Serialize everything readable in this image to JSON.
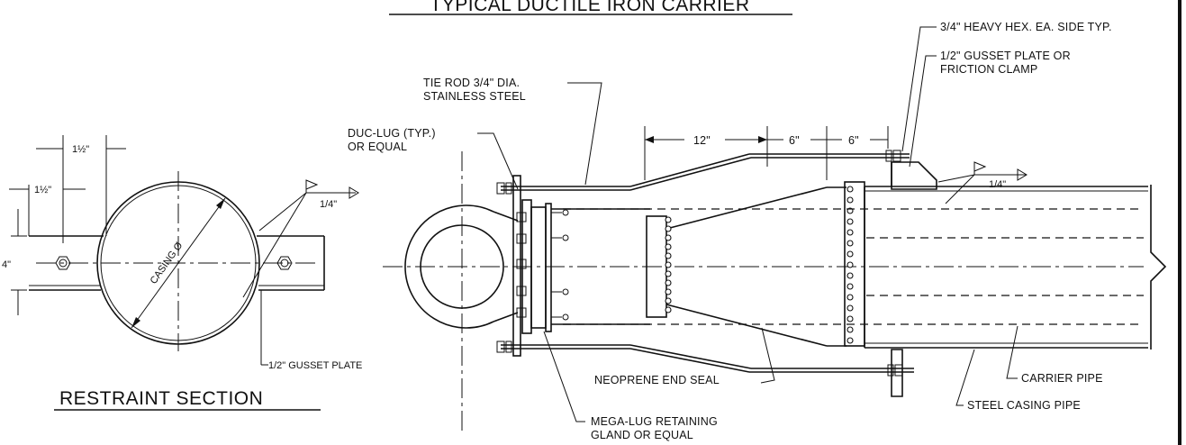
{
  "titles": {
    "top": "TYPICAL DUCTILE IRON CARRIER",
    "section": "RESTRAINT SECTION"
  },
  "section_dims": {
    "d1": "1½\"",
    "d2": "1½\"",
    "d3": "4\"",
    "weld": "1/4\"",
    "casing": "CASING Ø",
    "gusset": "1/2\" GUSSET PLATE"
  },
  "elevation_dims": {
    "d12": "12\"",
    "d6a": "6\"",
    "d6b": "6\"",
    "weld": "1/4\""
  },
  "callouts": {
    "hex_nut": "3/4\" HEAVY HEX. EA. SIDE TYP.",
    "gusset_line1": "1/2\" GUSSET PLATE OR",
    "gusset_line2": "FRICTION CLAMP",
    "tie_rod_line1": "TIE ROD 3/4\" DIA.",
    "tie_rod_line2": "STAINLESS STEEL",
    "duc_lug_line1": "DUC-LUG (TYP.)",
    "duc_lug_line2": "OR EQUAL",
    "neoprene": "NEOPRENE END SEAL",
    "mega_lug_line1": "MEGA-LUG RETAINING",
    "mega_lug_line2": "GLAND OR EQUAL",
    "carrier": "CARRIER PIPE",
    "casing": "STEEL CASING PIPE"
  }
}
